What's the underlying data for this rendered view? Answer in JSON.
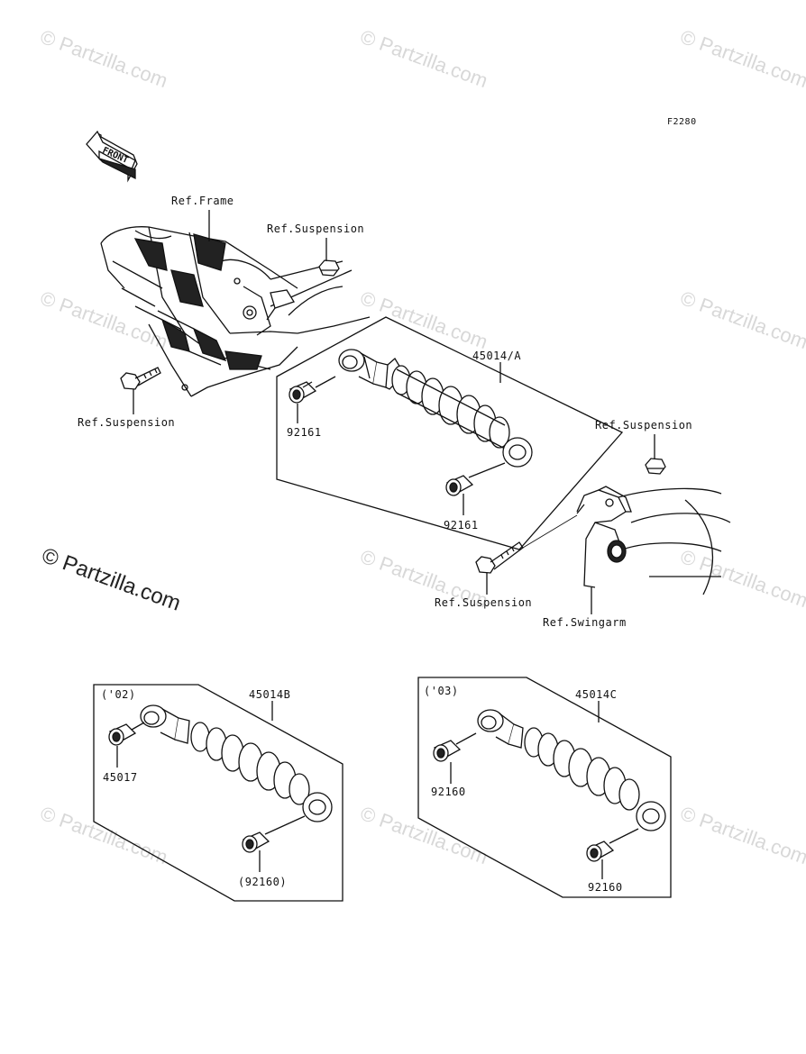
{
  "diagram": {
    "code": "F2280",
    "front_label": "FRONT",
    "watermark": "© Partzilla.com",
    "labels": {
      "ref_frame": "Ref.Frame",
      "ref_suspension_top": "Ref.Suspension",
      "ref_suspension_left": "Ref.Suspension",
      "ref_suspension_right": "Ref.Suspension",
      "ref_suspension_bottom": "Ref.Suspension",
      "ref_swingarm": "Ref.Swingarm",
      "part_45014a": "45014/A",
      "part_92161_left": "92161",
      "part_92161_bottom": "92161",
      "year_02": "('02)",
      "part_45014b": "45014B",
      "part_45017": "45017",
      "part_92160_paren": "(92160)",
      "year_03": "('03)",
      "part_45014c": "45014C",
      "part_92160_left": "92160",
      "part_92160_bottom": "92160"
    }
  }
}
